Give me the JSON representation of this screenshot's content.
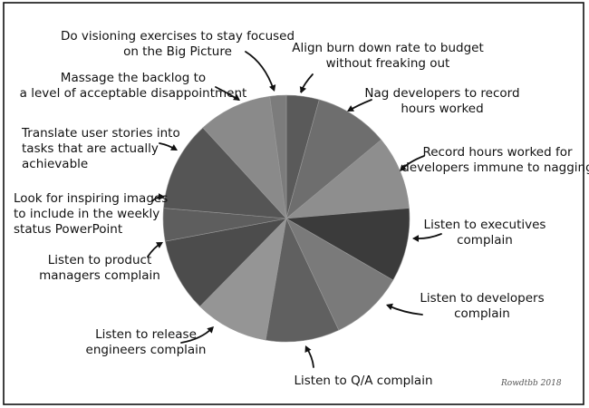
{
  "chart_data": {
    "type": "pie",
    "slices": [
      {
        "label": "Align burn down rate to budget\nwithout freaking out",
        "value": 4,
        "color": "#5a5a5a"
      },
      {
        "label": "Nag developers to record\nhours worked",
        "value": 9,
        "color": "#6e6e6e"
      },
      {
        "label": "Record hours worked for\ndevelopers immune to nagging",
        "value": 9,
        "color": "#8e8e8e"
      },
      {
        "label": "Listen to executives\ncomplain",
        "value": 9,
        "color": "#3b3b3b"
      },
      {
        "label": "Listen to developers\ncomplain",
        "value": 9,
        "color": "#7a7a7a"
      },
      {
        "label": "Listen to Q/A complain",
        "value": 9,
        "color": "#606060"
      },
      {
        "label": "Listen to release\nengineers complain",
        "value": 9,
        "color": "#959595"
      },
      {
        "label": "Listen to product\nmanagers complain",
        "value": 9,
        "color": "#4c4c4c"
      },
      {
        "label": "Look for inspiring images\nto include in the weekly\nstatus PowerPoint",
        "value": 4,
        "color": "#5e5e5e"
      },
      {
        "label": "Translate user stories into\ntasks that are actually\nachievable",
        "value": 11,
        "color": "#555555"
      },
      {
        "label": "Massage the backlog to\na level of acceptable disappointment",
        "value": 9,
        "color": "#8a8a8a"
      },
      {
        "label": "Do visioning exercises to stay focused\non the Big Picture",
        "value": 2,
        "color": "#7c7c7c"
      }
    ]
  },
  "signature": "Rowdtbb 2018"
}
